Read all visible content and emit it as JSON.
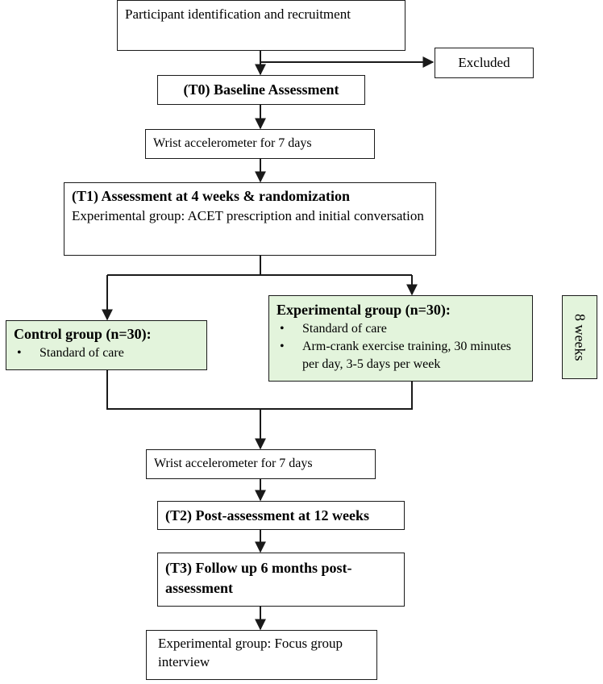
{
  "flow": {
    "recruitment": "Participant identification and recruitment",
    "excluded": "Excluded",
    "t0": "(T0) Baseline Assessment",
    "wrist1": "Wrist accelerometer for 7 days",
    "t1_title": "(T1) Assessment at 4 weeks & randomization",
    "t1_body": "Experimental group: ACET prescription and initial conversation",
    "control_title": "Control group (n=30):",
    "control_items": [
      "Standard of care"
    ],
    "exp_title": "Experimental group (n=30):",
    "exp_items": [
      "Standard of care",
      "Arm-crank exercise training, 30 minutes per day, 3-5 days per week"
    ],
    "duration": "8 weeks",
    "wrist2": "Wrist accelerometer for 7 days",
    "t2": "(T2) Post-assessment at 12 weeks",
    "t3": "(T3) Follow up 6 months post-assessment",
    "focus": "Experimental group: Focus group interview"
  },
  "colors": {
    "box_fill": "#ffffff",
    "green_fill": "#e3f4dc",
    "line": "#1a1a1a"
  }
}
